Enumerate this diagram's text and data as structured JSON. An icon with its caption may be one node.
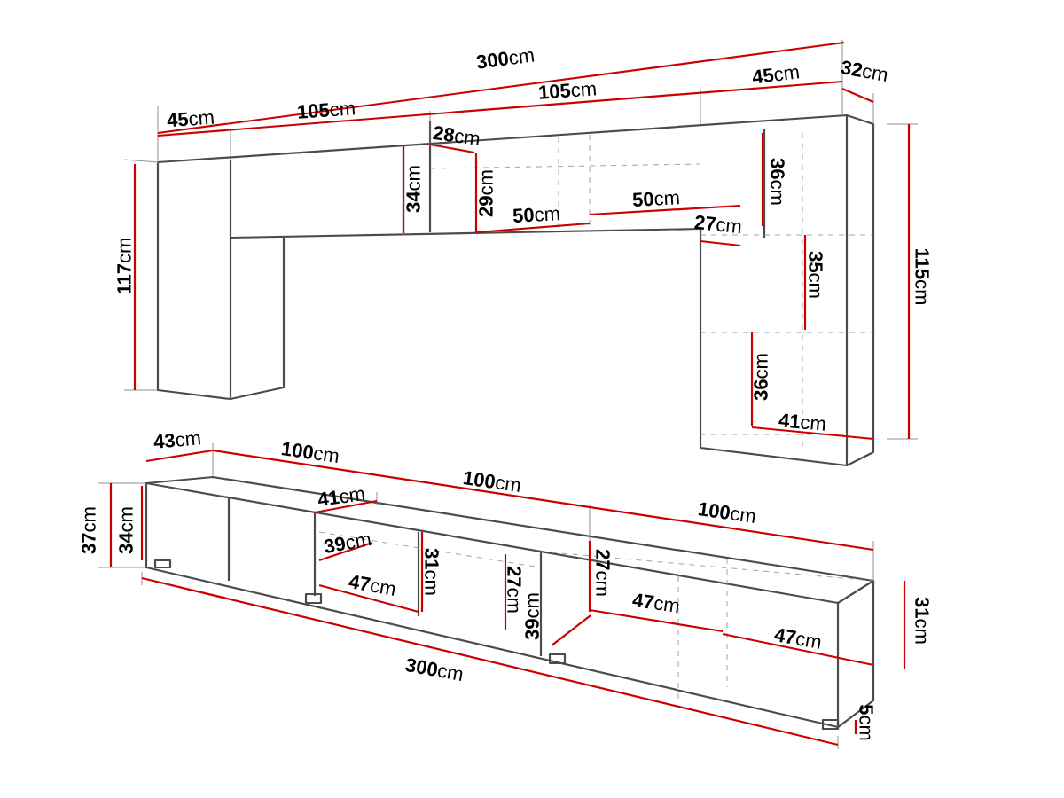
{
  "diagram": {
    "labels": [
      "**300**cm",
      "**45**cm",
      "**32**cm",
      "**45**cm",
      "**105**cm",
      "**105**cm",
      "**28**cm",
      "**34**cm",
      "**29**cm",
      "**36**cm",
      "**50**cm",
      "**50**cm",
      "**117**cm",
      "**27**cm",
      "**35**cm",
      "**115**cm",
      "**36**cm",
      "**41**cm",
      "**43**cm",
      "**100**cm",
      "**100**cm",
      "**41**cm",
      "**100**cm",
      "**37**cm",
      "**34**cm",
      "**39**cm",
      "**31**cm",
      "**27**cm",
      "**27**cm",
      "**47**cm",
      "**47**cm",
      "**39**cm",
      "**31**cm",
      "**47**cm",
      "**300**cm",
      "**5**cm"
    ]
  }
}
